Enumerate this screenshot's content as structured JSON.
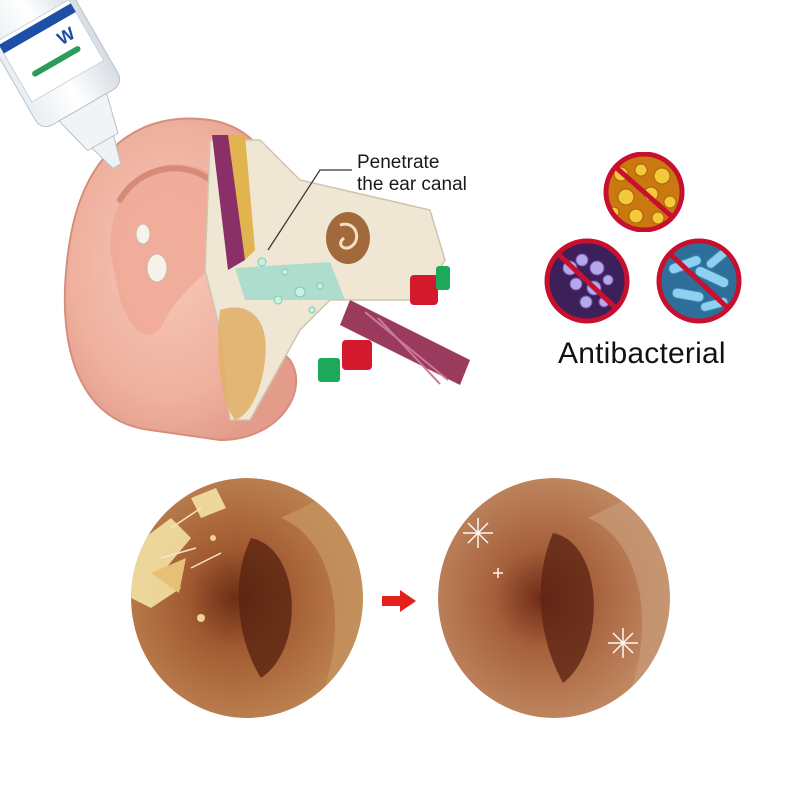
{
  "callout": {
    "line1": "Penetrate",
    "line2": "the ear canal"
  },
  "antibacterial_label": "Antibacterial",
  "bottle": {
    "label_text": "W"
  },
  "colors": {
    "skin": "#f2b7a5",
    "skin_dark": "#d98f7e",
    "bone": "#efe7d4",
    "accent_green": "#1ea85a",
    "accent_red": "#d21a2c",
    "arrow_red": "#e3211a",
    "bacteria_ring": "#c8102e"
  },
  "icons": {
    "bacteria_1": "yellow-bacteria-icon",
    "bacteria_2": "purple-virus-icon",
    "bacteria_3": "blue-bacilli-icon",
    "arrow": "right-arrow-icon"
  }
}
